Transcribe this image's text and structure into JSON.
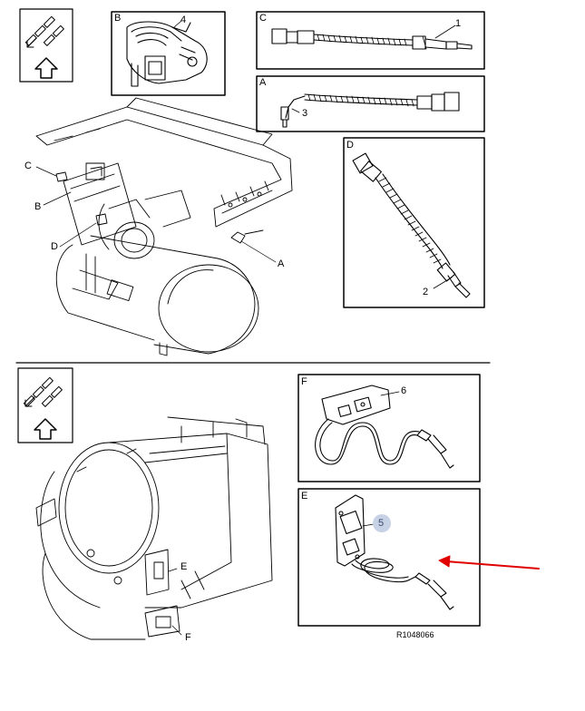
{
  "labels": {
    "box_b": "B",
    "box_c": "C",
    "box_a": "A",
    "box_d": "D",
    "box_f": "F",
    "box_e": "E",
    "part_1": "1",
    "part_2": "2",
    "part_3": "3",
    "part_4": "4",
    "part_5": "5",
    "part_6": "6",
    "engine_c": "C",
    "engine_b": "B",
    "engine_d": "D",
    "engine_a": "A",
    "atp_e": "E",
    "atp_f": "F"
  },
  "reference_code": "R1048066",
  "colors": {
    "highlight": "#c8d2e6",
    "arrow": "#e00000"
  }
}
